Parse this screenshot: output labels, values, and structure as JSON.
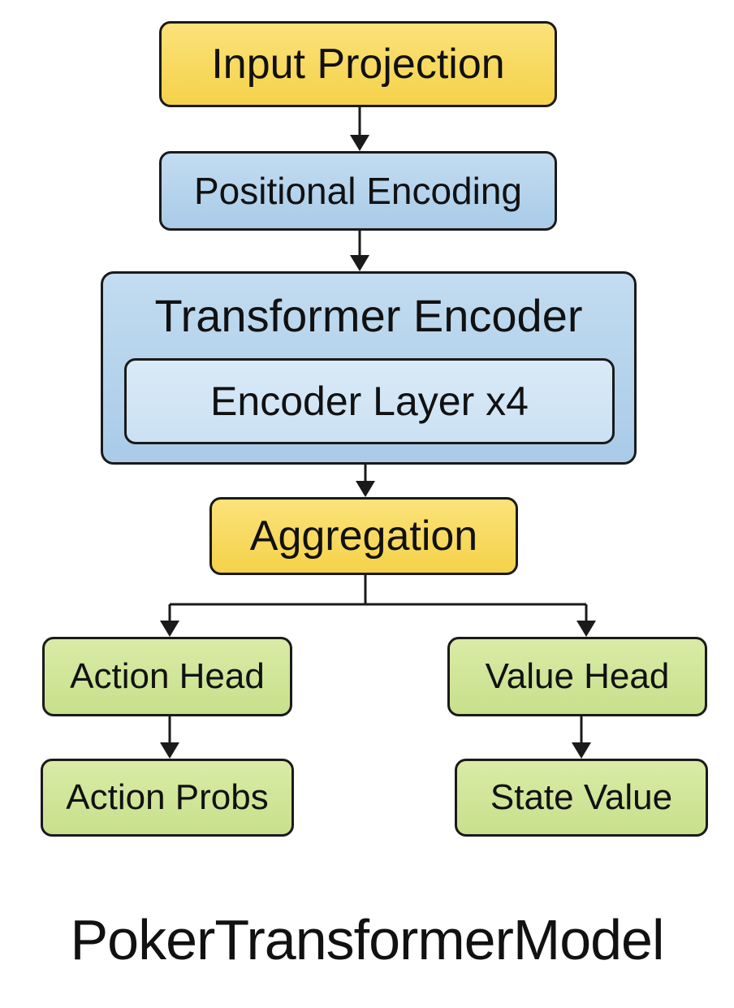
{
  "diagram": {
    "nodes": {
      "input_projection": "Input Projection",
      "positional_encoding": "Positional Encoding",
      "transformer_encoder": "Transformer Encoder",
      "encoder_layer": "Encoder Layer x4",
      "aggregation": "Aggregation",
      "action_head": "Action Head",
      "value_head": "Value Head",
      "action_probs": "Action Probs",
      "state_value": "State Value"
    },
    "edges": [
      [
        "input_projection",
        "positional_encoding"
      ],
      [
        "positional_encoding",
        "transformer_encoder"
      ],
      [
        "transformer_encoder",
        "aggregation"
      ],
      [
        "aggregation",
        "action_head"
      ],
      [
        "aggregation",
        "value_head"
      ],
      [
        "action_head",
        "action_probs"
      ],
      [
        "value_head",
        "state_value"
      ]
    ],
    "colors": {
      "yellow": "#f5d24a",
      "blue": "#a9cbe8",
      "green": "#c8e08c",
      "stroke": "#1a1a1a"
    }
  },
  "footer": {
    "title": "PokerTransformerModel"
  }
}
